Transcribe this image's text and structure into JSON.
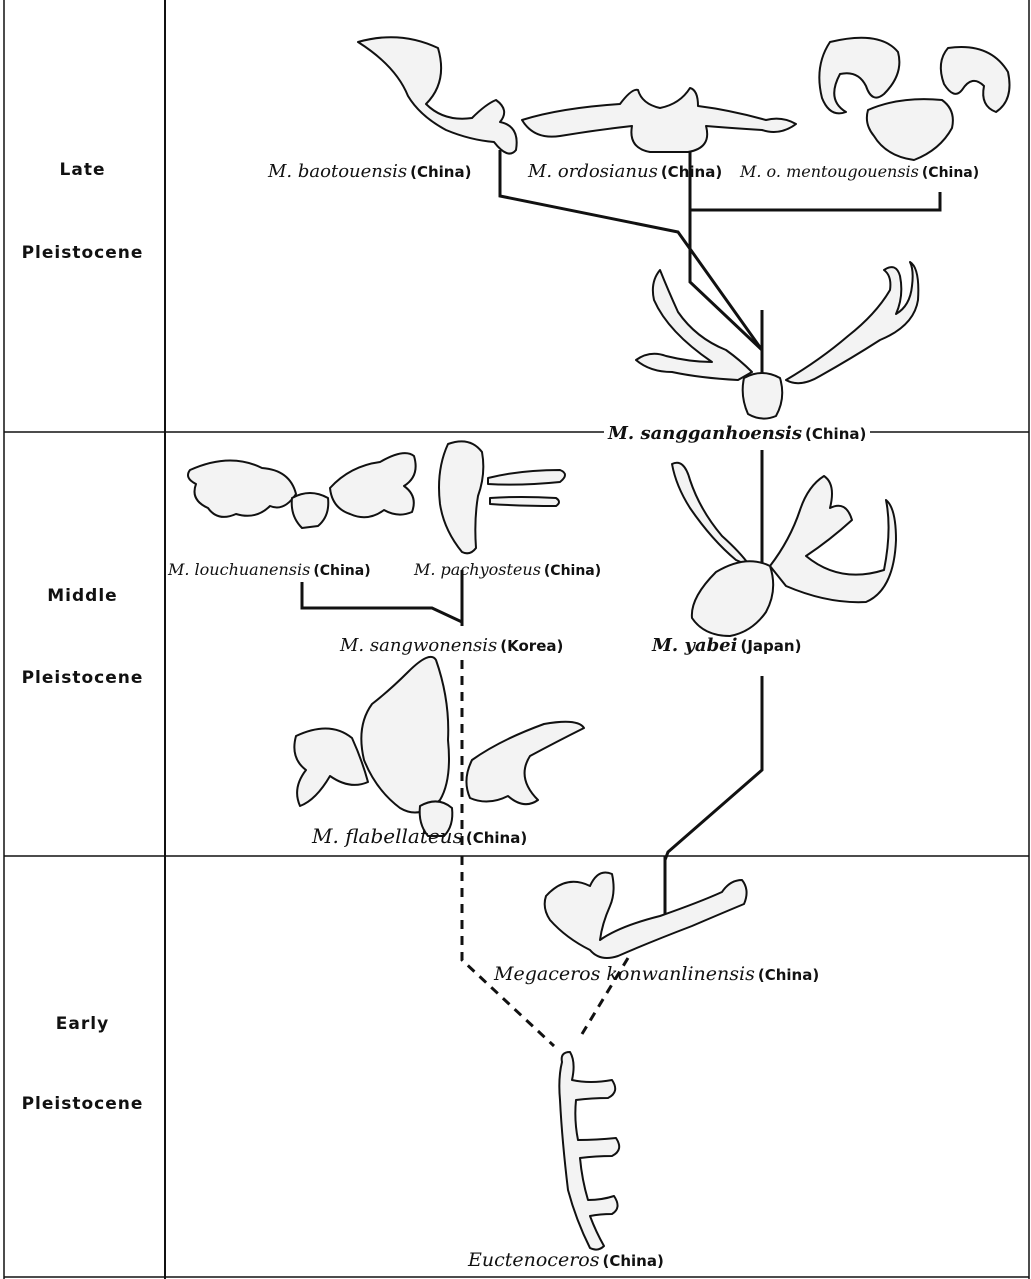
{
  "periods": {
    "late": {
      "line1": "Late",
      "line2": "Pleistocene"
    },
    "middle": {
      "line1": "Middle",
      "line2": "Pleistocene"
    },
    "early": {
      "line1": "Early",
      "line2": "Pleistocene"
    }
  },
  "taxa": {
    "baotouensis": {
      "name": "M. baotouensis",
      "region": "(China)"
    },
    "ordosianus": {
      "name": "M. ordosianus",
      "region": "(China)"
    },
    "mentougouensis": {
      "name": "M. o. mentougouensis",
      "region": "(China)"
    },
    "sangganhoensis": {
      "name": "M. sangganhoensis",
      "region": "(China)"
    },
    "louchuanensis": {
      "name": "M. louchuanensis",
      "region": "(China)"
    },
    "pachyosteus": {
      "name": "M. pachyosteus",
      "region": "(China)"
    },
    "sangwonensis": {
      "name": "M. sangwonensis",
      "region": "(Korea)"
    },
    "yabei": {
      "name": "M. yabei",
      "region": "(Japan)"
    },
    "flabellateus": {
      "name": "M. flabellateus",
      "region": "(China)"
    },
    "konwanlinensis": {
      "name": "Megaceros konwanlinensis",
      "region": "(China)"
    },
    "euctenoceros": {
      "name": "Euctenoceros",
      "region": "(China)"
    }
  },
  "style": {
    "line_color": "#111111",
    "background": "#ffffff"
  }
}
